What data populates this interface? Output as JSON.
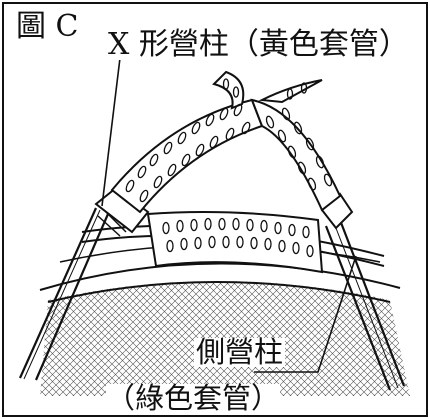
{
  "figure": {
    "label": "圖 C",
    "x_pole_label": "X 形營柱（黃色套管）",
    "side_pole_label": "側營柱",
    "side_sleeve_label": "（綠色套管）"
  }
}
